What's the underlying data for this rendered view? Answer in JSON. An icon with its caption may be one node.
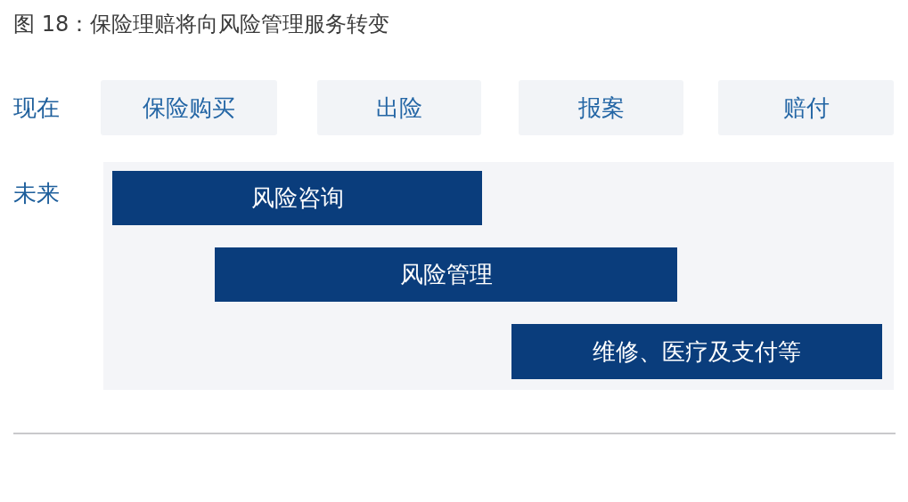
{
  "diagram": {
    "title": "图 18：保险理赔将向风险管理服务转变",
    "nodes": [
      {
        "text": [
          "保险购买"
        ]
      },
      {
        "text": [
          "出险"
        ]
      },
      {
        "text": [
          "报案"
        ]
      },
      {
        "text": [
          "赔付"
        ]
      },
      {
        "text": [],
        "shape": "box"
      },
      {
        "text": [
          "风险咨询"
        ],
        "in": 4
      },
      {
        "text": [
          "风险管理"
        ],
        "in": 4
      },
      {
        "text": [
          "维修、医疗及支付等"
        ],
        "in": 4
      }
    ],
    "edges": [],
    "labels": [
      "现在",
      "未来"
    ]
  }
}
